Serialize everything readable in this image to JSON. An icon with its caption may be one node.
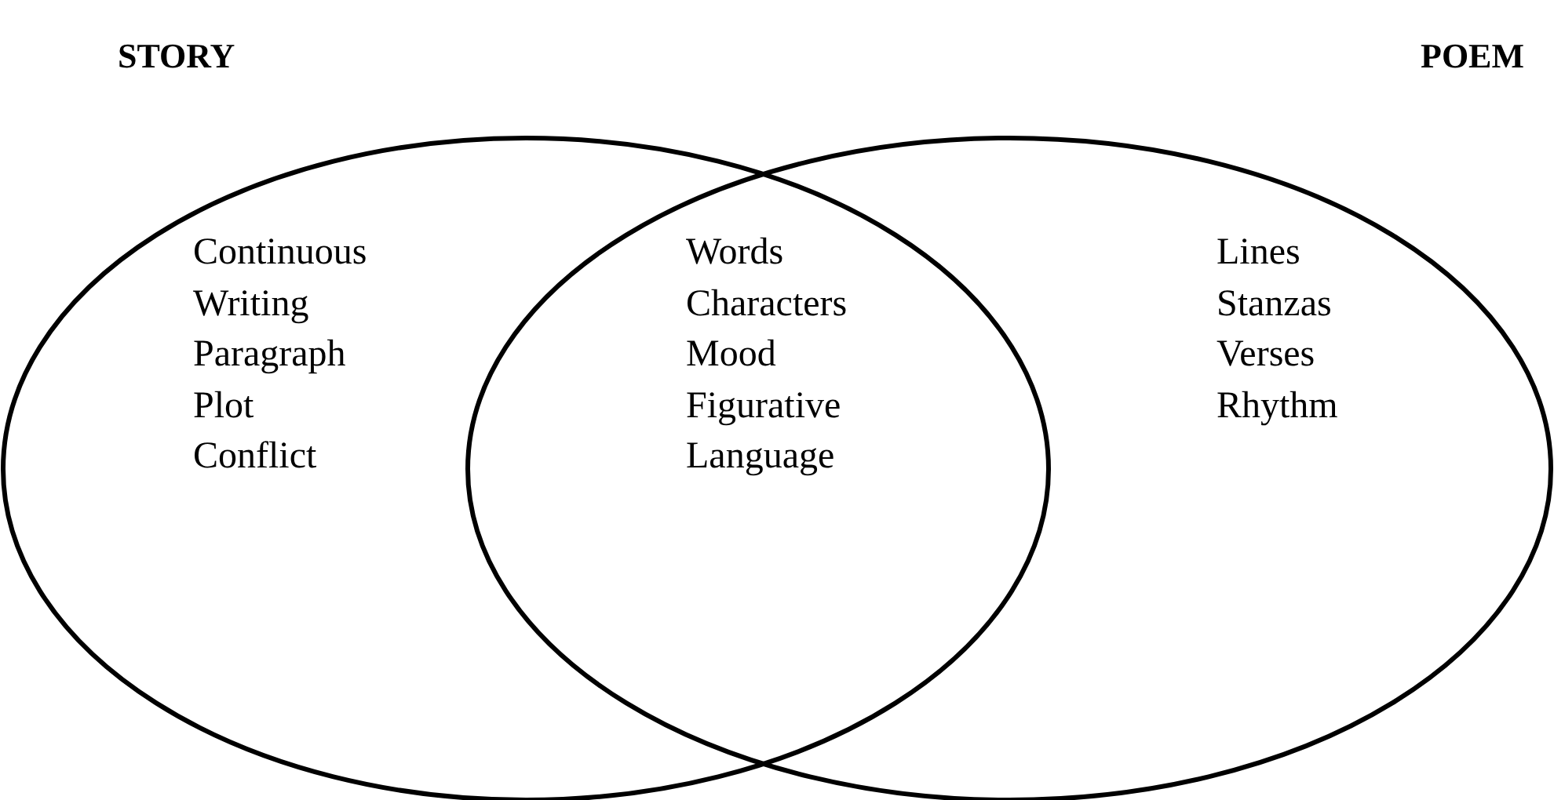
{
  "diagram": {
    "nodes": [
      {
        "text": [
          "STORY",
          "Continuous Writing",
          "Paragraph",
          "Plot",
          "Conflict"
        ]
      },
      {
        "text": [
          "POEM",
          "Lines",
          "Stanzas",
          "Verses",
          "Rhythm"
        ]
      }
    ],
    "labels": [
      "Words",
      "Characters",
      "Mood",
      "Figurative Language"
    ]
  }
}
